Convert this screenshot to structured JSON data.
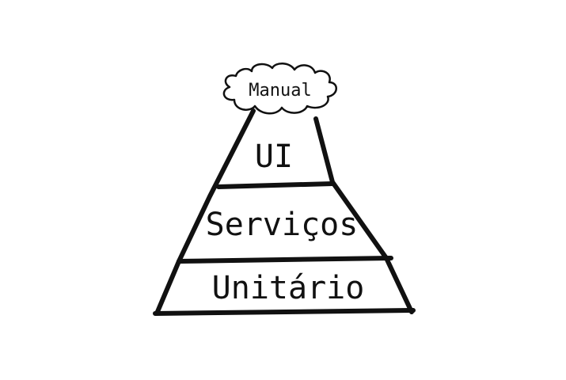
{
  "diagram": {
    "type": "test-pyramid",
    "top_cloud_label": "Manual",
    "layers": [
      {
        "label": "UI"
      },
      {
        "label": "Serviços"
      },
      {
        "label": "Unitário"
      }
    ]
  },
  "colors": {
    "ink": "#111111",
    "background": "#ffffff"
  }
}
